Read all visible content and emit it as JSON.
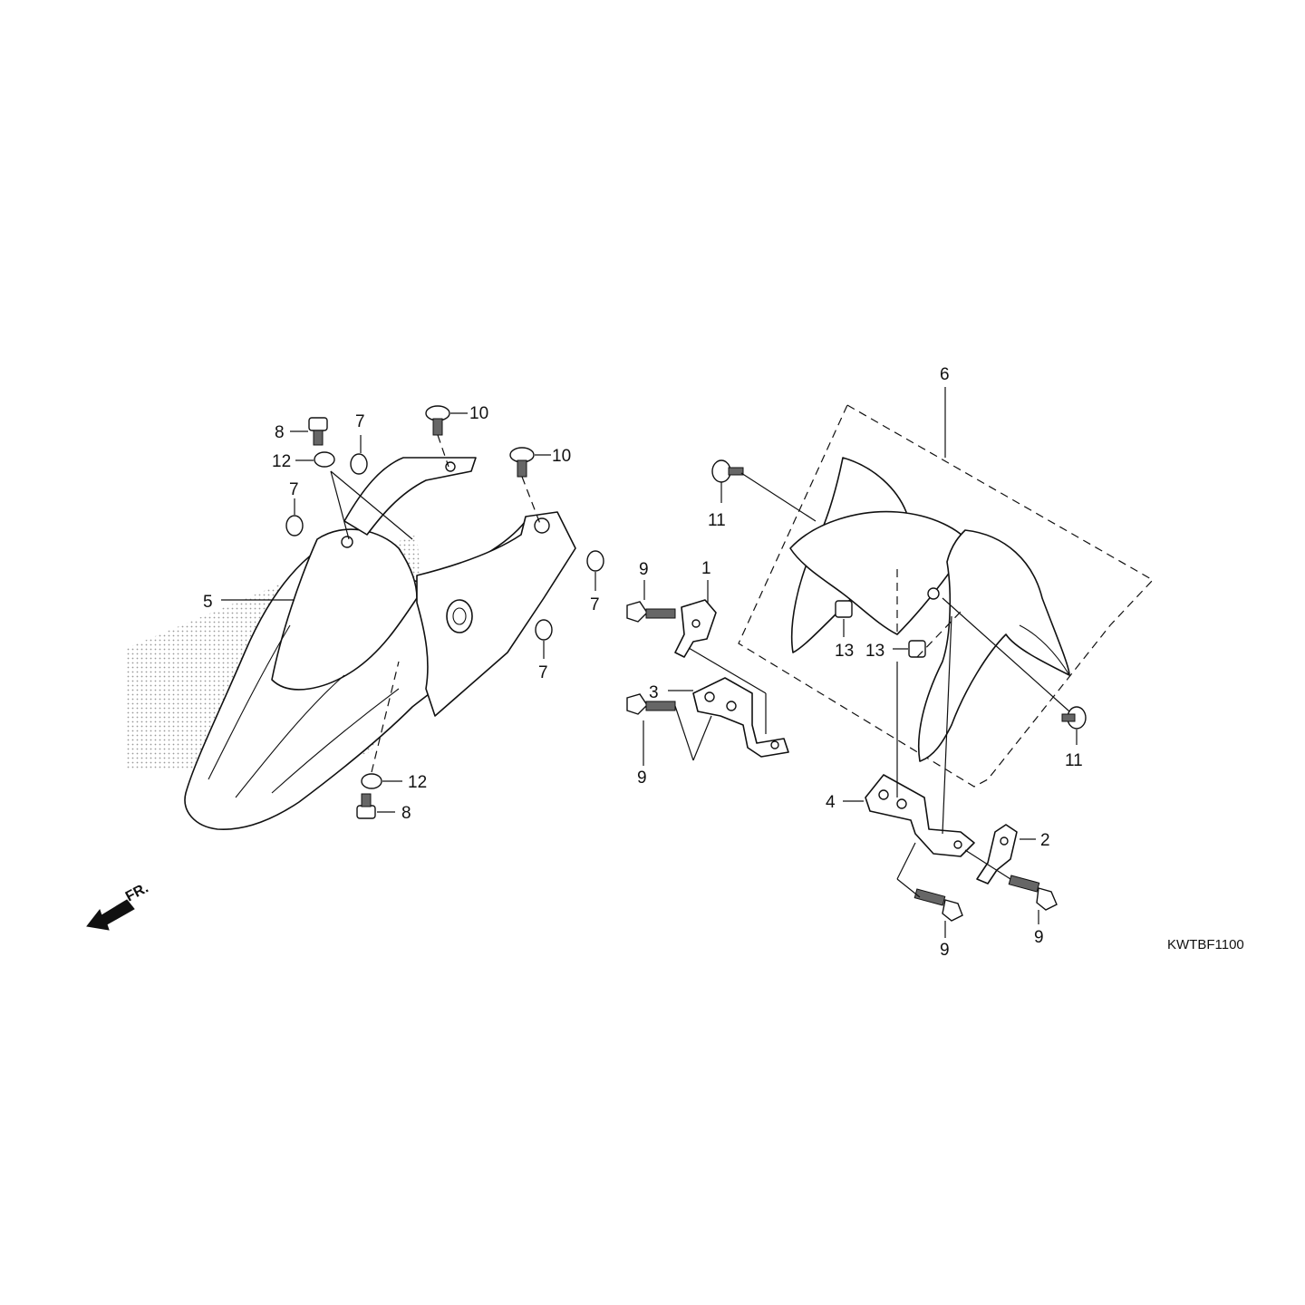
{
  "diagram": {
    "code": "KWTBF1100",
    "direction_label": "FR.",
    "callouts": {
      "p1": "1",
      "p2": "2",
      "p3": "3",
      "p4": "4",
      "p5": "5",
      "p6": "6",
      "p7a": "7",
      "p7b": "7",
      "p7c": "7",
      "p7d": "7",
      "p8a": "8",
      "p8b": "8",
      "p9a": "9",
      "p9b": "9",
      "p9c": "9",
      "p9d": "9",
      "p10a": "10",
      "p10b": "10",
      "p11a": "11",
      "p11b": "11",
      "p12a": "12",
      "p12b": "12",
      "p13a": "13",
      "p13b": "13"
    }
  }
}
